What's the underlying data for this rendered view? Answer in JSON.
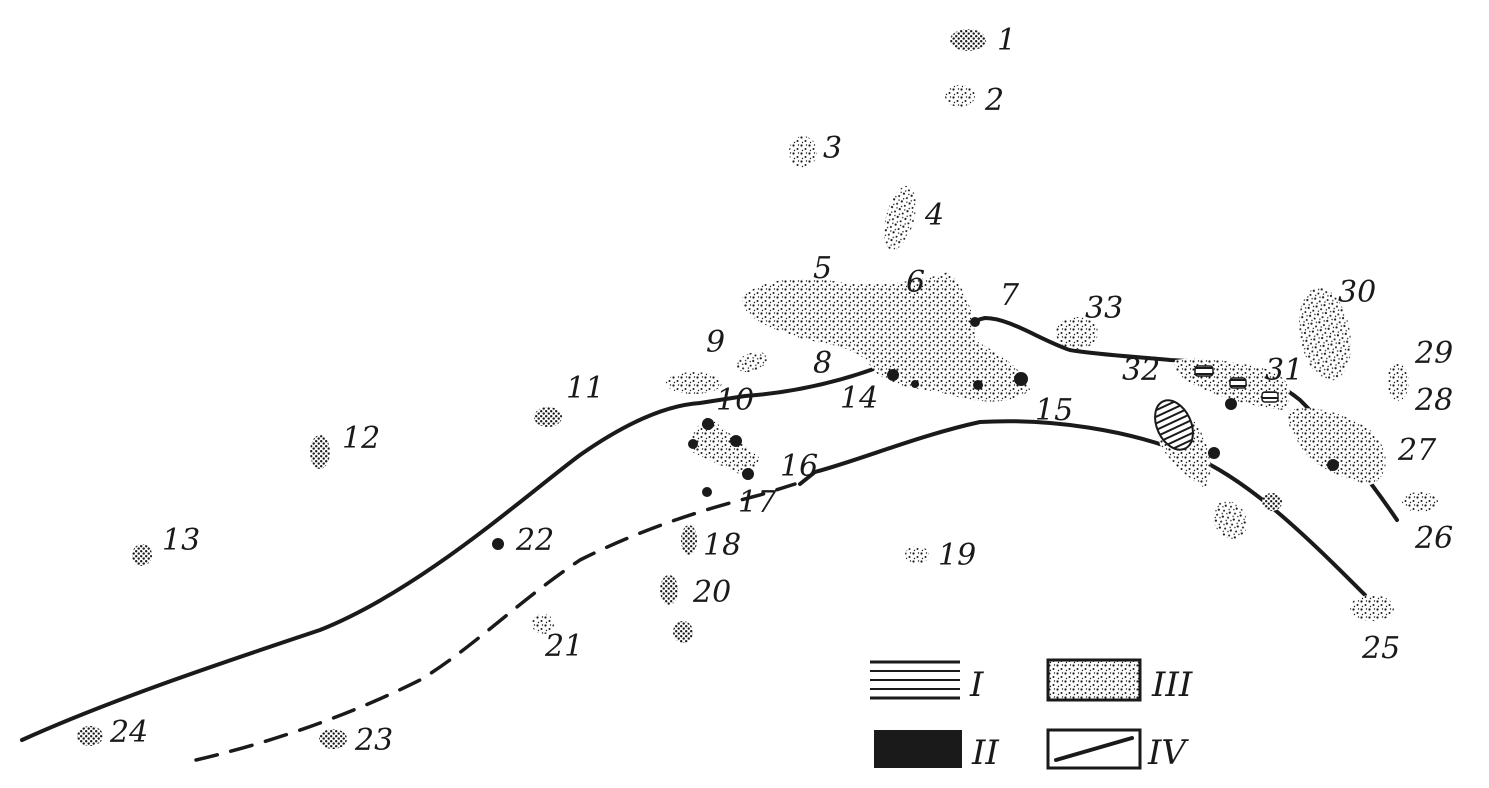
{
  "figure": {
    "site_labels": [
      "1",
      "2",
      "3",
      "4",
      "5",
      "6",
      "7",
      "8",
      "9",
      "10",
      "11",
      "12",
      "13",
      "14",
      "15",
      "16",
      "17",
      "18",
      "19",
      "20",
      "21",
      "22",
      "23",
      "24",
      "25",
      "26",
      "27",
      "28",
      "29",
      "30",
      "31",
      "32",
      "33"
    ],
    "legend": {
      "I": "I",
      "II": "II",
      "III": "III",
      "IV": "IV"
    }
  }
}
